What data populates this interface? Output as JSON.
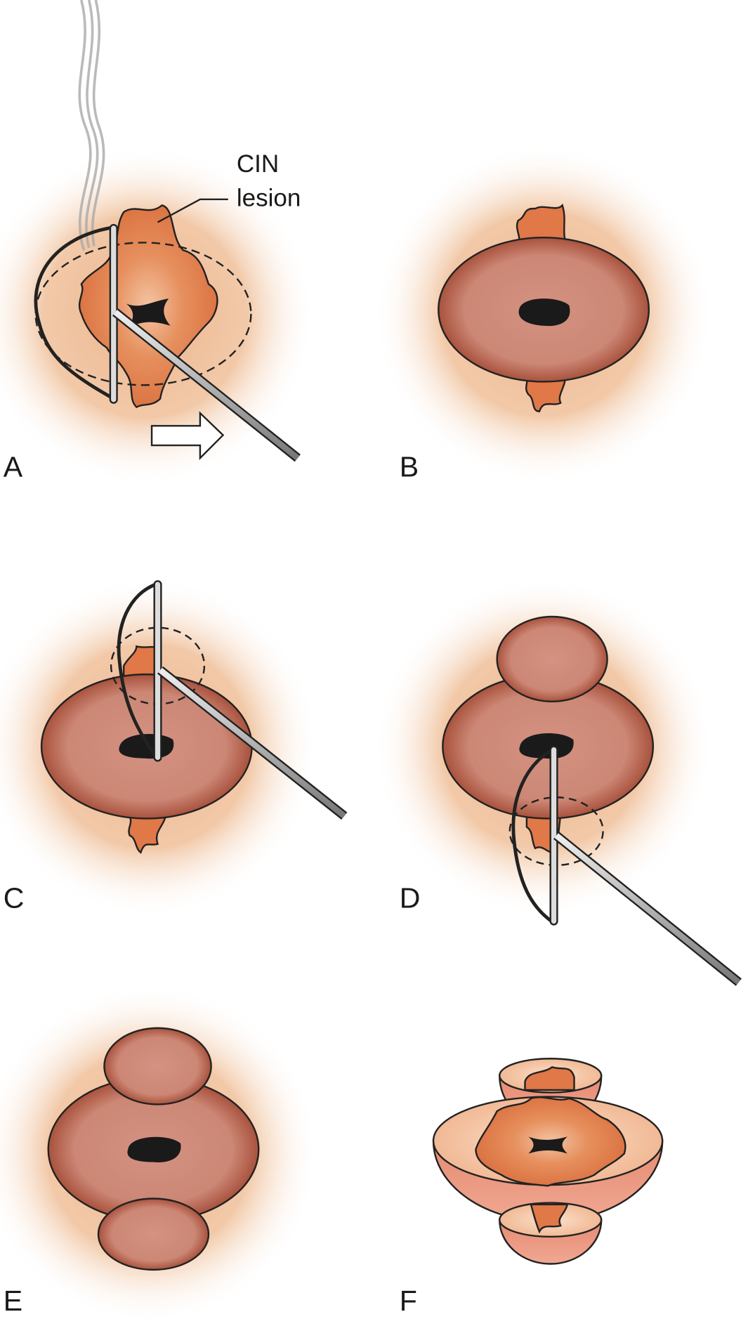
{
  "annotation": {
    "line1": "CIN",
    "line2": "lesion"
  },
  "panels": [
    {
      "id": "A",
      "label": "A"
    },
    {
      "id": "B",
      "label": "B"
    },
    {
      "id": "C",
      "label": "C"
    },
    {
      "id": "D",
      "label": "D"
    },
    {
      "id": "E",
      "label": "E"
    },
    {
      "id": "F",
      "label": "F"
    }
  ],
  "colors": {
    "halo": "#f0c4a0",
    "lesion": "#e07848",
    "cervix": "#cf8a78",
    "cervix_edge": "#a9533f",
    "os": "#1a1a1a",
    "electrode": "#c8c8c8"
  }
}
